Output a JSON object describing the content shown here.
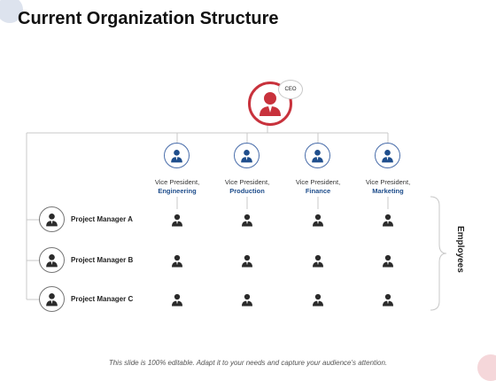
{
  "title": "Current Organization Structure",
  "ceo_label": "CEO",
  "vice_presidents": [
    {
      "line1": "Vice President,",
      "dept": "Engineering"
    },
    {
      "line1": "Vice President,",
      "dept": "Production"
    },
    {
      "line1": "Vice President,",
      "dept": "Finance"
    },
    {
      "line1": "Vice President,",
      "dept": "Marketing"
    }
  ],
  "project_managers": [
    {
      "label": "Project Manager A"
    },
    {
      "label": "Project Manager B"
    },
    {
      "label": "Project Manager C"
    }
  ],
  "employees_label": "Employees",
  "footer": "This slide is 100% editable. Adapt it to your needs and capture your audience's attention.",
  "colors": {
    "ceo": "#c8323c",
    "vp": "#1f4e8c",
    "person": "#2b2b2b",
    "connector": "#c8c8c8"
  },
  "icons": {
    "person": "person-icon",
    "employee": "employee-icon"
  }
}
